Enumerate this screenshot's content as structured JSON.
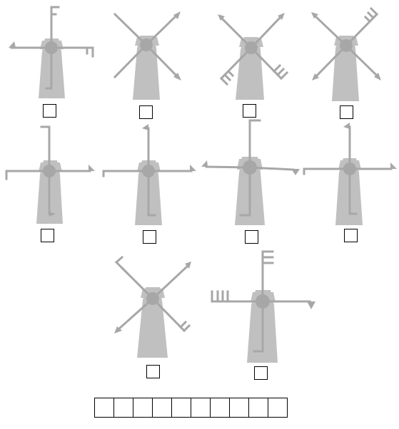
{
  "puzzle": {
    "kind": "windmill-matching",
    "windmills": [
      {
        "id": 1,
        "row": 1,
        "rotation_deg": 0
      },
      {
        "id": 2,
        "row": 1,
        "rotation_deg": 45
      },
      {
        "id": 3,
        "row": 1,
        "rotation_deg": 45
      },
      {
        "id": 4,
        "row": 1,
        "rotation_deg": 45
      },
      {
        "id": 5,
        "row": 2,
        "rotation_deg": 0
      },
      {
        "id": 6,
        "row": 2,
        "rotation_deg": 0
      },
      {
        "id": 7,
        "row": 2,
        "rotation_deg": 0
      },
      {
        "id": 8,
        "row": 2,
        "rotation_deg": 0
      },
      {
        "id": 9,
        "row": 3,
        "rotation_deg": 45
      },
      {
        "id": 10,
        "row": 3,
        "rotation_deg": 0
      }
    ],
    "answer_cells": 10
  },
  "colors": {
    "tower": "#c0c0c0",
    "sail": "#a7a7a7",
    "border": "#000000"
  }
}
